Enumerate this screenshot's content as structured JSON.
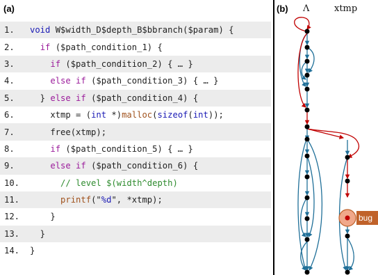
{
  "panels": {
    "a_label": "(a)",
    "b_label": "(b)"
  },
  "graph": {
    "column_labels": [
      "Λ",
      "xtmp"
    ],
    "bug_label": "bug",
    "colors": {
      "normal_edge": "#1f6f98",
      "highlight_edge": "#c00000",
      "node": "#000000",
      "bug_fill": "#f0a88a",
      "bug_ring": "#c0622a"
    }
  },
  "code": {
    "lines": [
      [
        {
          "t": "1. ",
          "c": "ln"
        },
        {
          "t": "void ",
          "c": "ty"
        },
        {
          "t": "W$width_D$depth_B$bbranch($param) {",
          "c": "pl"
        }
      ],
      [
        {
          "t": "2. ",
          "c": "ln"
        },
        {
          "t": "  ",
          "c": "pl"
        },
        {
          "t": "if",
          "c": "kw"
        },
        {
          "t": " ($path_condition_1) {",
          "c": "pl"
        }
      ],
      [
        {
          "t": "3. ",
          "c": "ln"
        },
        {
          "t": "    ",
          "c": "pl"
        },
        {
          "t": "if",
          "c": "kw"
        },
        {
          "t": " ($path_condition_2) { … }",
          "c": "pl"
        }
      ],
      [
        {
          "t": "4. ",
          "c": "ln"
        },
        {
          "t": "    ",
          "c": "pl"
        },
        {
          "t": "else if",
          "c": "kw"
        },
        {
          "t": " ($path_condition_3) { … }",
          "c": "pl"
        }
      ],
      [
        {
          "t": "5. ",
          "c": "ln"
        },
        {
          "t": "  } ",
          "c": "pl"
        },
        {
          "t": "else if",
          "c": "kw"
        },
        {
          "t": " ($path_condition_4) {",
          "c": "pl"
        }
      ],
      [
        {
          "t": "6. ",
          "c": "ln"
        },
        {
          "t": "    xtmp = (",
          "c": "pl"
        },
        {
          "t": "int",
          "c": "ty"
        },
        {
          "t": " *)",
          "c": "pl"
        },
        {
          "t": "malloc",
          "c": "fn"
        },
        {
          "t": "(",
          "c": "pl"
        },
        {
          "t": "sizeof",
          "c": "ty"
        },
        {
          "t": "(",
          "c": "pl"
        },
        {
          "t": "int",
          "c": "ty"
        },
        {
          "t": "));",
          "c": "pl"
        }
      ],
      [
        {
          "t": "7. ",
          "c": "ln"
        },
        {
          "t": "    free(xtmp);",
          "c": "pl"
        }
      ],
      [
        {
          "t": "8. ",
          "c": "ln"
        },
        {
          "t": "    ",
          "c": "pl"
        },
        {
          "t": "if",
          "c": "kw"
        },
        {
          "t": " ($path_condition_5) { … }",
          "c": "pl"
        }
      ],
      [
        {
          "t": "9. ",
          "c": "ln"
        },
        {
          "t": "    ",
          "c": "pl"
        },
        {
          "t": "else if",
          "c": "kw"
        },
        {
          "t": " ($path_condition_6) {",
          "c": "pl"
        }
      ],
      [
        {
          "t": "10. ",
          "c": "ln"
        },
        {
          "t": "      ",
          "c": "pl"
        },
        {
          "t": "// level $(width^depth)",
          "c": "cm"
        }
      ],
      [
        {
          "t": "11. ",
          "c": "ln"
        },
        {
          "t": "      ",
          "c": "pl"
        },
        {
          "t": "printf",
          "c": "fn"
        },
        {
          "t": "(\"",
          "c": "pl"
        },
        {
          "t": "%d",
          "c": "ty"
        },
        {
          "t": "\", *xtmp);",
          "c": "pl"
        }
      ],
      [
        {
          "t": "12. ",
          "c": "ln"
        },
        {
          "t": "    }",
          "c": "pl"
        }
      ],
      [
        {
          "t": "13. ",
          "c": "ln"
        },
        {
          "t": "  }",
          "c": "pl"
        }
      ],
      [
        {
          "t": "14. ",
          "c": "ln"
        },
        {
          "t": "}",
          "c": "pl"
        }
      ]
    ]
  }
}
